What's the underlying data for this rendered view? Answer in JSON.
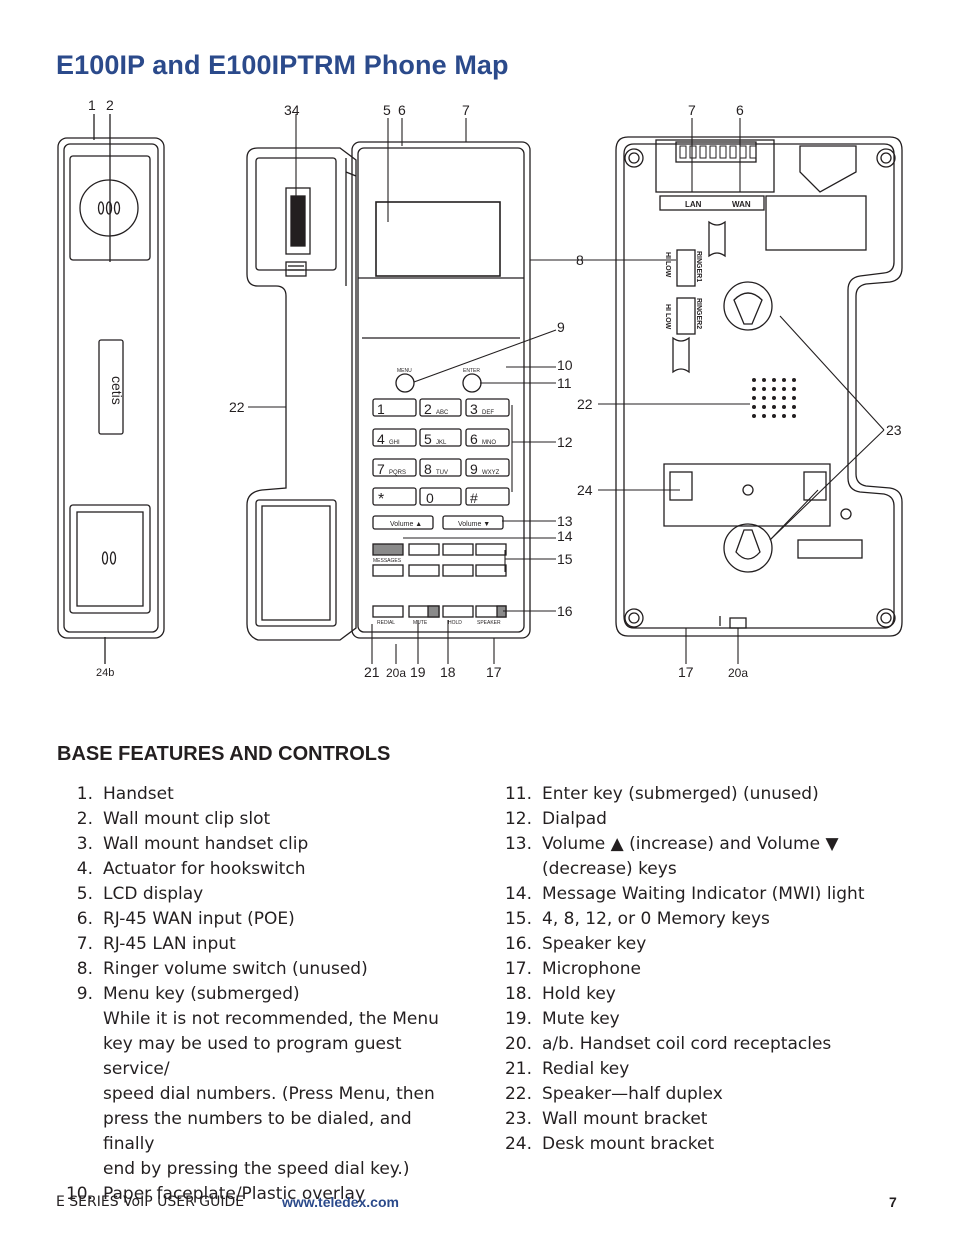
{
  "page": {
    "title": "E100IP and E100IPTRM Phone Map",
    "section_heading": "BASE FEATURES AND CONTROLS",
    "footer_left": "E SERIES VoIP USER GUIDE",
    "footer_url": "www.teledex.com",
    "page_number": "7"
  },
  "diagram": {
    "callouts": {
      "c1": "1",
      "c2": "2",
      "c34": "34",
      "c5": "5",
      "c6": "6",
      "c7": "7",
      "c8": "8",
      "c9": "9",
      "c10": "10",
      "c11": "11",
      "c12": "12",
      "c13": "13",
      "c14": "14",
      "c15": "15",
      "c16": "16",
      "c17": "17",
      "c18": "18",
      "c19": "19",
      "c20a": "20a",
      "c21": "21",
      "c22": "22",
      "c23": "23",
      "c24": "24",
      "c24b": "24b",
      "r7": "7",
      "r6": "6",
      "r22": "22",
      "r24": "24",
      "r17": "17",
      "r20a": "20a"
    },
    "keys": {
      "menu": "MENU",
      "enter": "ENTER",
      "k1": "1",
      "k2": "2",
      "k2s": "ABC",
      "k3": "3",
      "k3s": "DEF",
      "k4": "4",
      "k4s": "GHI",
      "k5": "5",
      "k5s": "JKL",
      "k6": "6",
      "k6s": "MNO",
      "k7": "7",
      "k7s": "PQRS",
      "k8": "8",
      "k8s": "TUV",
      "k9": "9",
      "k9s": "WXYZ",
      "kstar": "*",
      "k0": "0",
      "khash": "#",
      "vol_up": "Volume ▲",
      "vol_down": "Volume ▼",
      "messages": "MESSAGES",
      "redial": "REDIAL",
      "mute": "MUTE",
      "hold": "HOLD",
      "speaker": "SPEAKER"
    },
    "back": {
      "lan": "LAN",
      "wan": "WAN",
      "ringer1": "RINGER1",
      "ringer2": "RINGER2",
      "hilow1": "HI LOW",
      "hilow2": "HI LOW"
    },
    "handset_brand": "cetis"
  },
  "features_left": [
    {
      "num": "1.",
      "text": "Handset"
    },
    {
      "num": "2.",
      "text": "Wall mount clip slot"
    },
    {
      "num": "3.",
      "text": "Wall mount handset clip"
    },
    {
      "num": "4.",
      "text": "Actuator for hookswitch"
    },
    {
      "num": "5.",
      "text": "LCD display"
    },
    {
      "num": "6.",
      "text": "RJ-45 WAN input (POE)"
    },
    {
      "num": "7.",
      "text": "RJ-45 LAN input"
    },
    {
      "num": "8.",
      "text": "Ringer volume switch (unused)"
    },
    {
      "num": "9.",
      "text": "Menu key (submerged)"
    },
    {
      "num": "",
      "text": "While it is not recommended, the Menu"
    },
    {
      "num": "",
      "text": "key may be used to program guest service/"
    },
    {
      "num": "",
      "text": "speed dial numbers. (Press Menu, then"
    },
    {
      "num": "",
      "text": "press the numbers to be dialed, and finally"
    },
    {
      "num": "",
      "text": "end by pressing the speed dial key.)"
    },
    {
      "num": "10.",
      "text": "Paper faceplate/Plastic overlay"
    }
  ],
  "features_right": [
    {
      "num": "11.",
      "text": "Enter key (submerged) (unused)"
    },
    {
      "num": "12.",
      "text": "Dialpad"
    },
    {
      "num": "13.",
      "text": "Volume ▲ (increase) and Volume ▼"
    },
    {
      "num": "",
      "text": "(decrease) keys"
    },
    {
      "num": "14.",
      "text": "Message Waiting Indicator (MWI) light"
    },
    {
      "num": "15.",
      "text": "4, 8, 12, or 0 Memory keys"
    },
    {
      "num": "16.",
      "text": "Speaker key"
    },
    {
      "num": "17.",
      "text": "Microphone"
    },
    {
      "num": "18.",
      "text": "Hold key"
    },
    {
      "num": "19.",
      "text": "Mute key"
    },
    {
      "num": "20.",
      "text": "a/b. Handset coil cord receptacles"
    },
    {
      "num": "21.",
      "text": "Redial key"
    },
    {
      "num": "22.",
      "text": "Speaker—half duplex"
    },
    {
      "num": "23.",
      "text": "Wall mount bracket"
    },
    {
      "num": "24.",
      "text": "Desk mount bracket"
    }
  ]
}
